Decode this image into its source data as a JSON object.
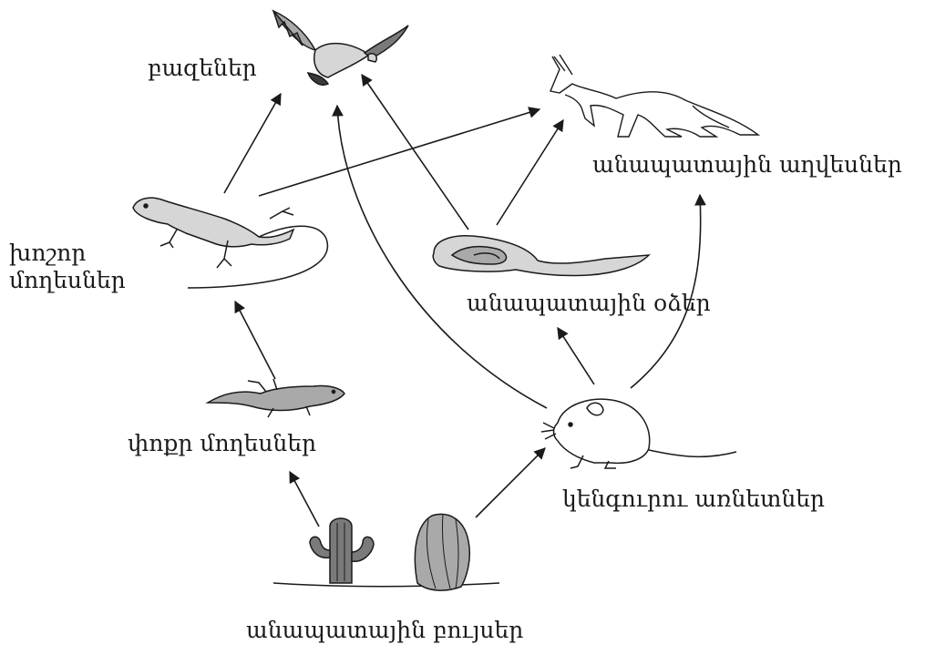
{
  "nodes": {
    "hawks": {
      "label": "բազեներ",
      "icon": "hawk-icon"
    },
    "foxes": {
      "label": "անապատային աղվեսներ",
      "icon": "fox-icon"
    },
    "big_lizards": {
      "label": "խոշոր մողեսներ",
      "icon": "lizard-icon"
    },
    "snakes": {
      "label": "անապատային օձեր",
      "icon": "snake-icon"
    },
    "small_lizards": {
      "label": "փոքր մողեսներ",
      "icon": "small-lizard-icon"
    },
    "kangaroo_rats": {
      "label": "կենգուրու առնետներ",
      "icon": "kangaroo-rat-icon"
    },
    "plants": {
      "label": "անապատային բույսեր",
      "icon": "cactus-icon"
    }
  },
  "edges": [
    {
      "from": "plants",
      "to": "small_lizards"
    },
    {
      "from": "plants",
      "to": "kangaroo_rats"
    },
    {
      "from": "small_lizards",
      "to": "big_lizards"
    },
    {
      "from": "big_lizards",
      "to": "hawks"
    },
    {
      "from": "big_lizards",
      "to": "foxes"
    },
    {
      "from": "kangaroo_rats",
      "to": "hawks"
    },
    {
      "from": "kangaroo_rats",
      "to": "snakes"
    },
    {
      "from": "kangaroo_rats",
      "to": "foxes"
    },
    {
      "from": "snakes",
      "to": "hawks"
    },
    {
      "from": "snakes",
      "to": "foxes"
    }
  ],
  "colors": {
    "stroke": "#1a1a1a",
    "fill_light": "#d6d6d6",
    "fill_mid": "#a9a9a9",
    "fill_dark": "#7a7a7a"
  }
}
